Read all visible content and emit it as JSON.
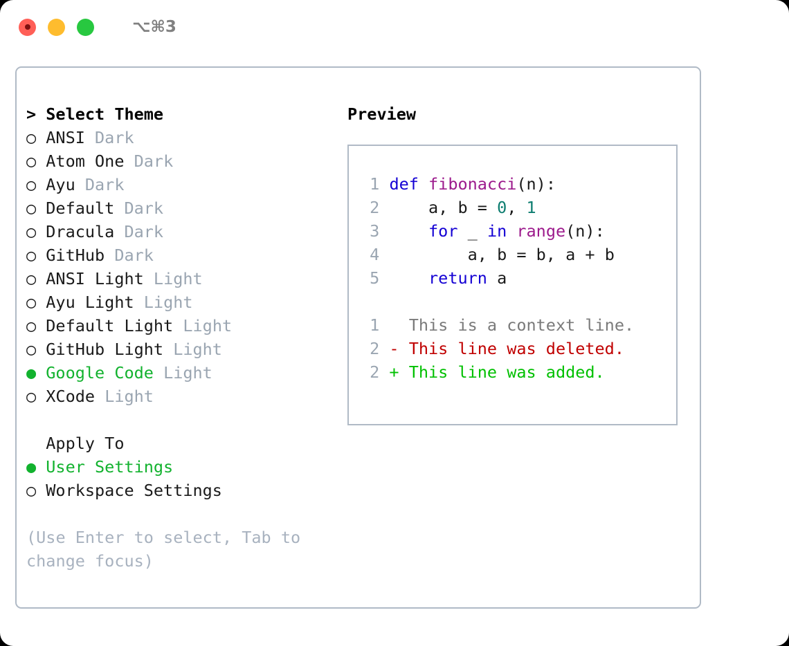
{
  "titlebar": {
    "lights": [
      "close-red",
      "minimize-yellow",
      "zoom-green"
    ],
    "shortcut": "⌥⌘3"
  },
  "theme_list": {
    "header_marker": ">",
    "header_label": "Select Theme",
    "marker_selected": "●",
    "marker_unselected": "○",
    "selected_color": "#12b22e",
    "suffix_color": "#9aa5b1",
    "items": [
      {
        "marker": "○",
        "name": "ANSI",
        "suffix": "Dark",
        "selected": false
      },
      {
        "marker": "○",
        "name": "Atom One",
        "suffix": "Dark",
        "selected": false
      },
      {
        "marker": "○",
        "name": "Ayu",
        "suffix": "Dark",
        "selected": false
      },
      {
        "marker": "○",
        "name": "Default",
        "suffix": "Dark",
        "selected": false
      },
      {
        "marker": "○",
        "name": "Dracula",
        "suffix": "Dark",
        "selected": false
      },
      {
        "marker": "○",
        "name": "GitHub",
        "suffix": "Dark",
        "selected": false
      },
      {
        "marker": "○",
        "name": "ANSI Light",
        "suffix": "Light",
        "selected": false
      },
      {
        "marker": "○",
        "name": "Ayu Light",
        "suffix": "Light",
        "selected": false
      },
      {
        "marker": "○",
        "name": "Default Light",
        "suffix": "Light",
        "selected": false
      },
      {
        "marker": "○",
        "name": "GitHub Light",
        "suffix": "Light",
        "selected": false
      },
      {
        "marker": "●",
        "name": "Google Code",
        "suffix": "Light",
        "selected": true
      },
      {
        "marker": "○",
        "name": "XCode",
        "suffix": "Light",
        "selected": false
      }
    ]
  },
  "apply_to": {
    "header_label": "Apply To",
    "items": [
      {
        "marker": "●",
        "name": "User Settings",
        "selected": true
      },
      {
        "marker": "○",
        "name": "Workspace Settings",
        "selected": false
      }
    ]
  },
  "hint": {
    "text": "(Use Enter to select, Tab to change focus)"
  },
  "preview": {
    "label": "Preview",
    "code_lines": [
      {
        "no": "1",
        "tokens": [
          {
            "t": "def ",
            "c": "kw"
          },
          {
            "t": "fibonacci",
            "c": "fn"
          },
          {
            "t": "(n):",
            "c": "plain"
          }
        ]
      },
      {
        "no": "2",
        "tokens": [
          {
            "t": "    a, b = ",
            "c": "plain"
          },
          {
            "t": "0",
            "c": "num"
          },
          {
            "t": ", ",
            "c": "plain"
          },
          {
            "t": "1",
            "c": "num"
          }
        ]
      },
      {
        "no": "3",
        "tokens": [
          {
            "t": "    ",
            "c": "plain"
          },
          {
            "t": "for",
            "c": "kw"
          },
          {
            "t": " _ ",
            "c": "plain"
          },
          {
            "t": "in",
            "c": "kw"
          },
          {
            "t": " ",
            "c": "plain"
          },
          {
            "t": "range",
            "c": "fn"
          },
          {
            "t": "(n):",
            "c": "plain"
          }
        ]
      },
      {
        "no": "4",
        "tokens": [
          {
            "t": "        a, b = b, a + b",
            "c": "plain"
          }
        ]
      },
      {
        "no": "5",
        "tokens": [
          {
            "t": "    ",
            "c": "plain"
          },
          {
            "t": "return",
            "c": "kw"
          },
          {
            "t": " a",
            "c": "plain"
          }
        ]
      }
    ],
    "diff_lines": [
      {
        "no": "1",
        "marker": " ",
        "text": "This is a context line.",
        "kind": "context"
      },
      {
        "no": "2",
        "marker": "-",
        "text": "This line was deleted.",
        "kind": "del"
      },
      {
        "no": "2",
        "marker": "+",
        "text": "This line was added.",
        "kind": "add"
      }
    ],
    "syntax_colors": {
      "keyword": "#1400d4",
      "function": "#9c1a8c",
      "number": "#0d7d70",
      "plain": "#1a1a1a",
      "lineno": "#9aa5b1",
      "diff_context": "#7a7a7a",
      "diff_deleted": "#c00000",
      "diff_added": "#00c000"
    }
  }
}
